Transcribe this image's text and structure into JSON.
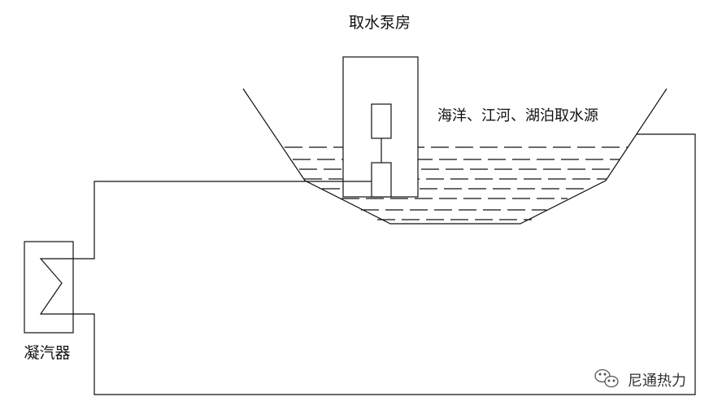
{
  "labels": {
    "pump_house": "取水泵房",
    "water_source": "海洋、江河、湖泊取水源",
    "condenser": "凝汽器"
  },
  "watermark": {
    "text": "尼通热力",
    "icon": "wechat-icon"
  },
  "colors": {
    "line": "#111111",
    "background": "#ffffff"
  }
}
